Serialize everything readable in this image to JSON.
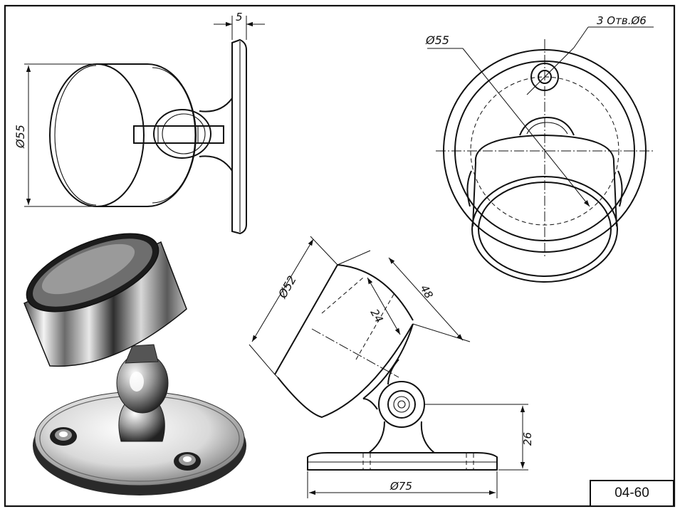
{
  "drawing": {
    "number": "04-60",
    "dimensions": {
      "side_thickness": "5",
      "side_diameter": "Ø55",
      "top_diameter": "Ø55",
      "holes": "3 Отв.Ø6",
      "iso_cup_diameter": "Ø52",
      "iso_depth": "24",
      "iso_length": "48",
      "iso_height": "26",
      "base_diameter": "Ø75"
    }
  },
  "colors": {
    "line": "#111111",
    "paper": "#ffffff",
    "metal_dark": "#3a3a3a",
    "metal_light": "#f0f0f0"
  }
}
